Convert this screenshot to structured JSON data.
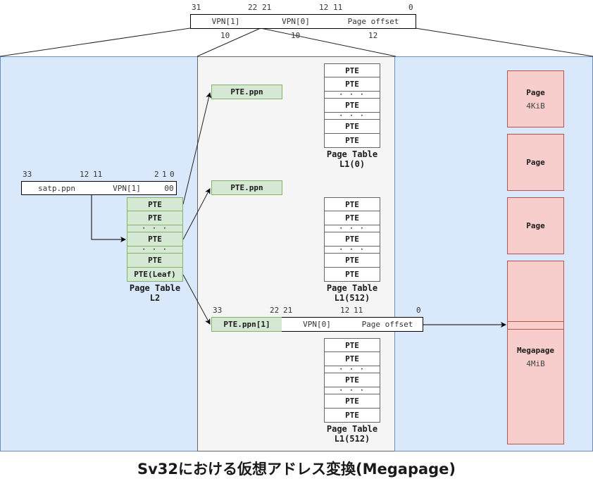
{
  "caption": "Sv32における仮想アドレス変換(Megapage)",
  "virtual_address": {
    "bits": [
      "31",
      "22",
      "21",
      "12",
      "11",
      "0"
    ],
    "fields": [
      "VPN[1]",
      "VPN[0]",
      "Page offset"
    ],
    "widths": [
      "10",
      "10",
      "12"
    ]
  },
  "satp_address": {
    "bits": [
      "33",
      "12",
      "11",
      "2",
      "1",
      "0"
    ],
    "fields": [
      "satp.ppn",
      "VPN[1]",
      "00"
    ]
  },
  "page_table_l2": {
    "rows": [
      "PTE",
      "PTE",
      "· · ·",
      "PTE",
      "· · ·",
      "PTE",
      "PTE(Leaf)"
    ],
    "label_line1": "Page Table",
    "label_line2": "L2"
  },
  "ppn_boxes": [
    "PTE.ppn",
    "PTE.ppn"
  ],
  "page_tables_l1": [
    {
      "rows": [
        "PTE",
        "PTE",
        "· · ·",
        "PTE",
        "· · ·",
        "PTE",
        "PTE"
      ],
      "label_line1": "Page Table",
      "label_line2": "L1(0)"
    },
    {
      "rows": [
        "PTE",
        "PTE",
        "· · ·",
        "PTE",
        "· · ·",
        "PTE",
        "PTE"
      ],
      "label_line1": "Page Table",
      "label_line2": "L1(512)"
    },
    {
      "rows": [
        "PTE",
        "PTE",
        "· · ·",
        "PTE",
        "· · ·",
        "PTE",
        "PTE"
      ],
      "label_line1": "Page Table",
      "label_line2": "L1(512)"
    }
  ],
  "physical_address": {
    "bits": [
      "33",
      "22",
      "21",
      "12",
      "11",
      "0"
    ],
    "fields": [
      "PTE.ppn[1]",
      "VPN[0]",
      "Page offset"
    ]
  },
  "pages": [
    {
      "title": "Page",
      "size": "4KiB"
    },
    {
      "title": "Page",
      "size": ""
    },
    {
      "title": "Page",
      "size": ""
    }
  ],
  "megapage": {
    "title": "Megapage",
    "size": "4MiB"
  },
  "colors": {
    "blue_panel": "#dae8fc",
    "gray_panel": "#f5f5f5",
    "green": "#d5e8d4",
    "red": "#f8cecc"
  }
}
